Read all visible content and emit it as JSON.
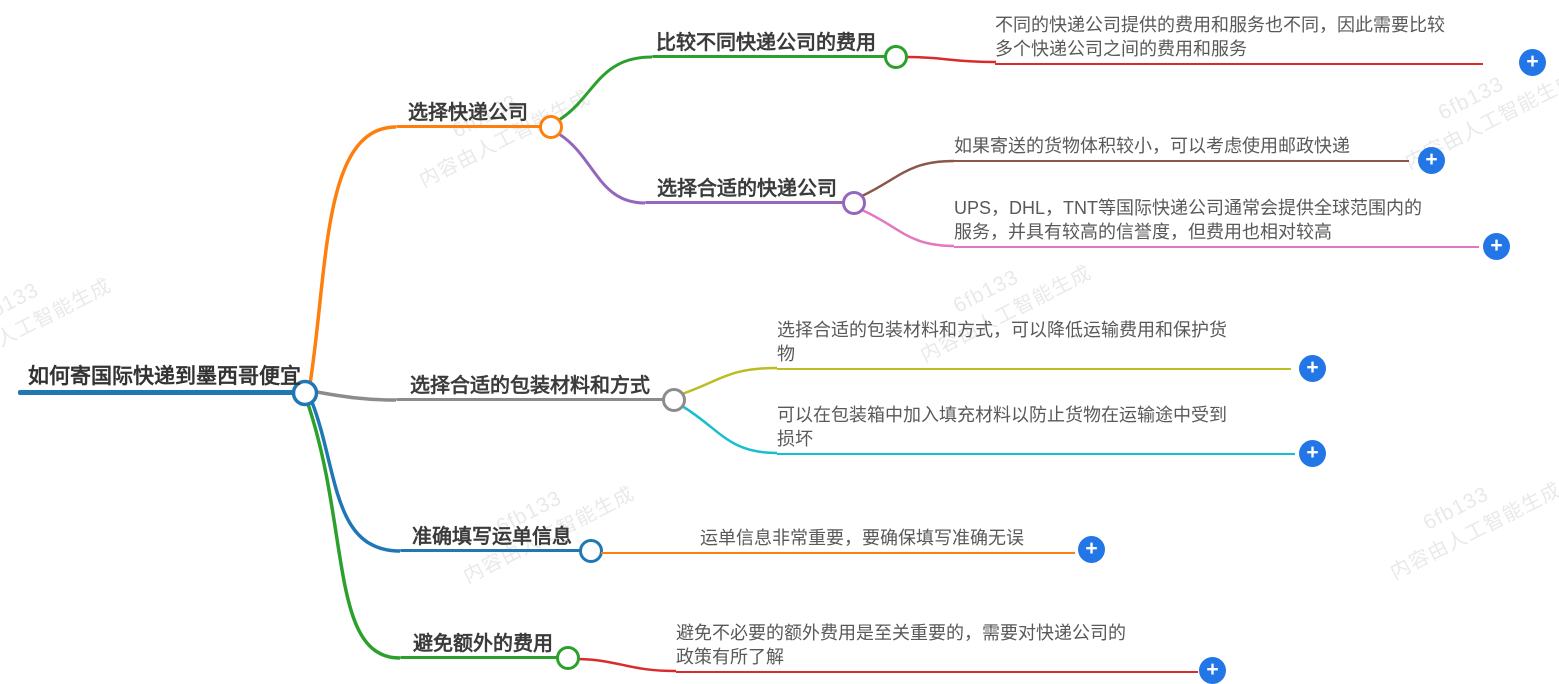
{
  "watermark": {
    "line1": "6fb133",
    "line2": "内容由人工智能生成"
  },
  "icons": {
    "plus_glyph": "+",
    "plus_color": "#2376e5"
  },
  "mindmap": {
    "root": {
      "label": "如何寄国际快递到墨西哥便宜",
      "color": "#1f77b4"
    },
    "branches": [
      {
        "label": "选择快递公司",
        "color": "#ff7f0e",
        "children": [
          {
            "label": "比较不同快递公司的费用",
            "color": "#2ca02c",
            "leaves": [
              {
                "text": "不同的快递公司提供的费用和服务也不同，因此需要比较多个快递公司之间的费用和服务",
                "color": "#d92b2b"
              }
            ]
          },
          {
            "label": "选择合适的快递公司",
            "color": "#9467bd",
            "leaves": [
              {
                "text": "如果寄送的货物体积较小，可以考虑使用邮政快递",
                "color": "#8c564b"
              },
              {
                "text": "UPS，DHL，TNT等国际快递公司通常会提供全球范围内的服务，并具有较高的信誉度，但费用也相对较高",
                "color": "#e377c2"
              }
            ]
          }
        ]
      },
      {
        "label": "选择合适的包装材料和方式",
        "color": "#8c8c8c",
        "leaves": [
          {
            "text": "选择合适的包装材料和方式，可以降低运输费用和保护货物",
            "color": "#bcbd22"
          },
          {
            "text": "可以在包装箱中加入填充材料以防止货物在运输途中受到损坏",
            "color": "#17becf"
          }
        ]
      },
      {
        "label": "准确填写运单信息",
        "color": "#1f77b4",
        "leaves": [
          {
            "text": "运单信息非常重要，要确保填写准确无误",
            "color": "#ff7f0e"
          }
        ]
      },
      {
        "label": "避免额外的费用",
        "color": "#2ca02c",
        "leaves": [
          {
            "text": "避免不必要的额外费用是至关重要的，需要对快递公司的政策有所了解",
            "color": "#d92b2b"
          }
        ]
      }
    ]
  }
}
